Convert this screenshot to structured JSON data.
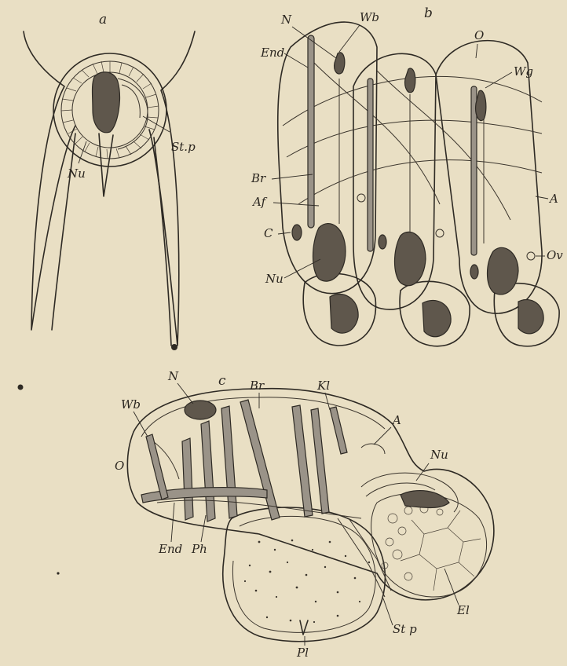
{
  "panels": {
    "a": {
      "title": "a",
      "labels": [
        "St.p",
        "Nu"
      ]
    },
    "b": {
      "title": "b",
      "labels": [
        "N",
        "Wb",
        "End",
        "O",
        "Wg",
        "Br",
        "A",
        "Af",
        "C",
        "Ov",
        "Nu"
      ]
    },
    "c": {
      "title": "c",
      "labels": [
        "N",
        "Br",
        "Kl",
        "Wb",
        "A",
        "O",
        "Nu",
        "End",
        "Ph",
        "El",
        "St p",
        "Pl"
      ]
    }
  },
  "colors": {
    "paper": "#e9dfc4",
    "ink": "#2e2a24"
  }
}
